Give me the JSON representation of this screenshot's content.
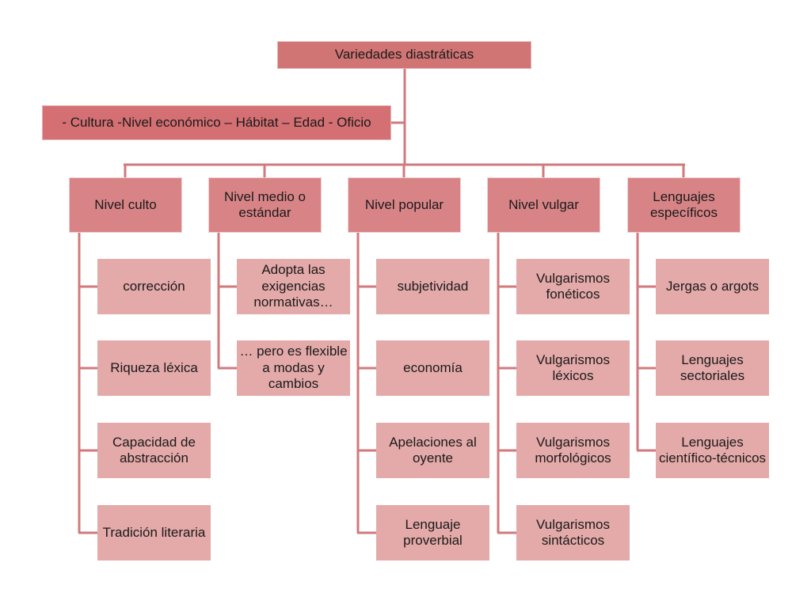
{
  "root": {
    "label": "Variedades diastráticas"
  },
  "factors": {
    "label": "- Cultura -Nivel económico – Hábitat – Edad - Oficio"
  },
  "levels": [
    {
      "label": "Nivel culto",
      "items": [
        "corrección",
        "Riqueza léxica",
        "Capacidad de abstracción",
        "Tradición literaria"
      ]
    },
    {
      "label": "Nivel medio o estándar",
      "items": [
        "Adopta las exigencias normativas…",
        "… pero es flexible a modas y cambios"
      ]
    },
    {
      "label": "Nivel popular",
      "items": [
        "subjetividad",
        "economía",
        "Apelaciones al oyente",
        "Lenguaje proverbial"
      ]
    },
    {
      "label": "Nivel vulgar",
      "items": [
        "Vulgarismos fonéticos",
        "Vulgarismos léxicos",
        "Vulgarismos morfológicos",
        "Vulgarismos sintácticos"
      ]
    },
    {
      "label": "Lenguajes específicos",
      "items": [
        "Jergas o argots",
        "Lenguajes sectoriales",
        "Lenguajes científico-técnicos"
      ]
    }
  ],
  "colors": {
    "connector": "#d17a7d",
    "root_fill": "#d17474",
    "level_fill": "#d88487",
    "leaf_fill": "#e4a9a9"
  }
}
